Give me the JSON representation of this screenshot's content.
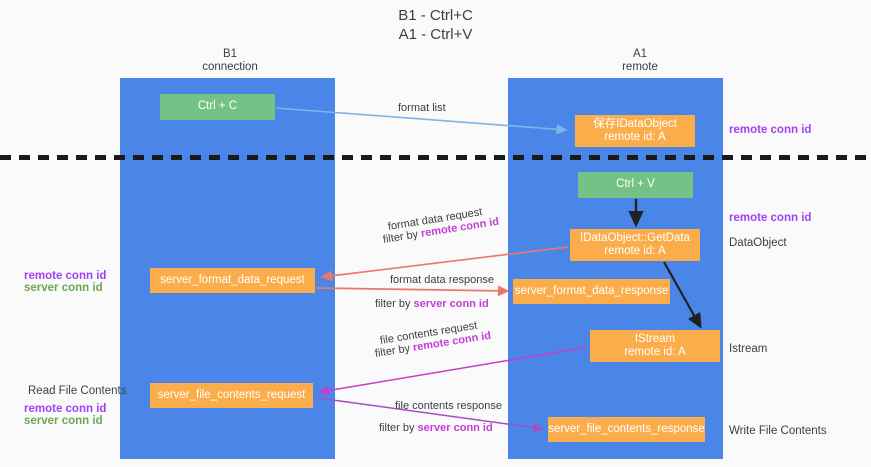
{
  "title": {
    "line1": "B1 - Ctrl+C",
    "line2": "A1 - Ctrl+V"
  },
  "lanes": [
    {
      "id": "b1",
      "name": "B1",
      "role": "connection"
    },
    {
      "id": "a1",
      "name": "A1",
      "role": "remote"
    }
  ],
  "boxes": {
    "ctrl_c": {
      "label": "Ctrl + C",
      "color": "#74c285"
    },
    "save_idataobject": {
      "label": "保存IDataObject",
      "sub": "remote id: A",
      "color": "#fbad4b"
    },
    "ctrl_v": {
      "label": "Ctrl + V",
      "color": "#74c285"
    },
    "getdata": {
      "label": "IDataObject::GetData",
      "sub": "remote id: A",
      "color": "#fbad4b"
    },
    "server_format_data_request": {
      "label": "server_format_data_request",
      "color": "#fbad4b"
    },
    "server_format_data_response": {
      "label": "server_format_data_response",
      "color": "#fbad4b"
    },
    "istream": {
      "label": "IStream",
      "sub": "remote id: A",
      "color": "#fbad4b"
    },
    "server_file_contents_request": {
      "label": "server_file_contents_request",
      "color": "#fbad4b"
    },
    "server_file_contents_response": {
      "label": "server_file_contents_response",
      "color": "#fbad4b"
    }
  },
  "edges": [
    {
      "id": "format_list",
      "label": "format list",
      "filter": "",
      "filter_key": "",
      "color": "#7fb4e8"
    },
    {
      "id": "format_data_request",
      "label": "format data request",
      "filter": "filter by ",
      "filter_key": "remote conn id",
      "color": "#e8796a"
    },
    {
      "id": "format_data_response",
      "label": "format data response",
      "filter": "filter by ",
      "filter_key": "server conn id",
      "color": "#e8796a"
    },
    {
      "id": "file_contents_request",
      "label": "file contents request",
      "filter": "filter by ",
      "filter_key": "remote conn id",
      "color": "#c73fc7"
    },
    {
      "id": "file_contents_response",
      "label": "file contents response",
      "filter": "filter by ",
      "filter_key": "server conn id",
      "color": "#a64ec0"
    }
  ],
  "annotations": {
    "remote_conn_id": "remote conn id",
    "server_conn_id": "server conn id",
    "dataobject": "DataObject",
    "istream": "Istream",
    "read_file_contents": "Read File Contents",
    "write_file_contents": "Write File Contents"
  },
  "colors": {
    "lane": "#4a86e8",
    "green_box": "#74c285",
    "orange_box": "#fbad4b",
    "remote_tag": "#a142f4",
    "server_tag": "#6aa84f",
    "highlight": "#c23fd4",
    "divider": "#1a1a1a",
    "background": "#fafafa"
  }
}
